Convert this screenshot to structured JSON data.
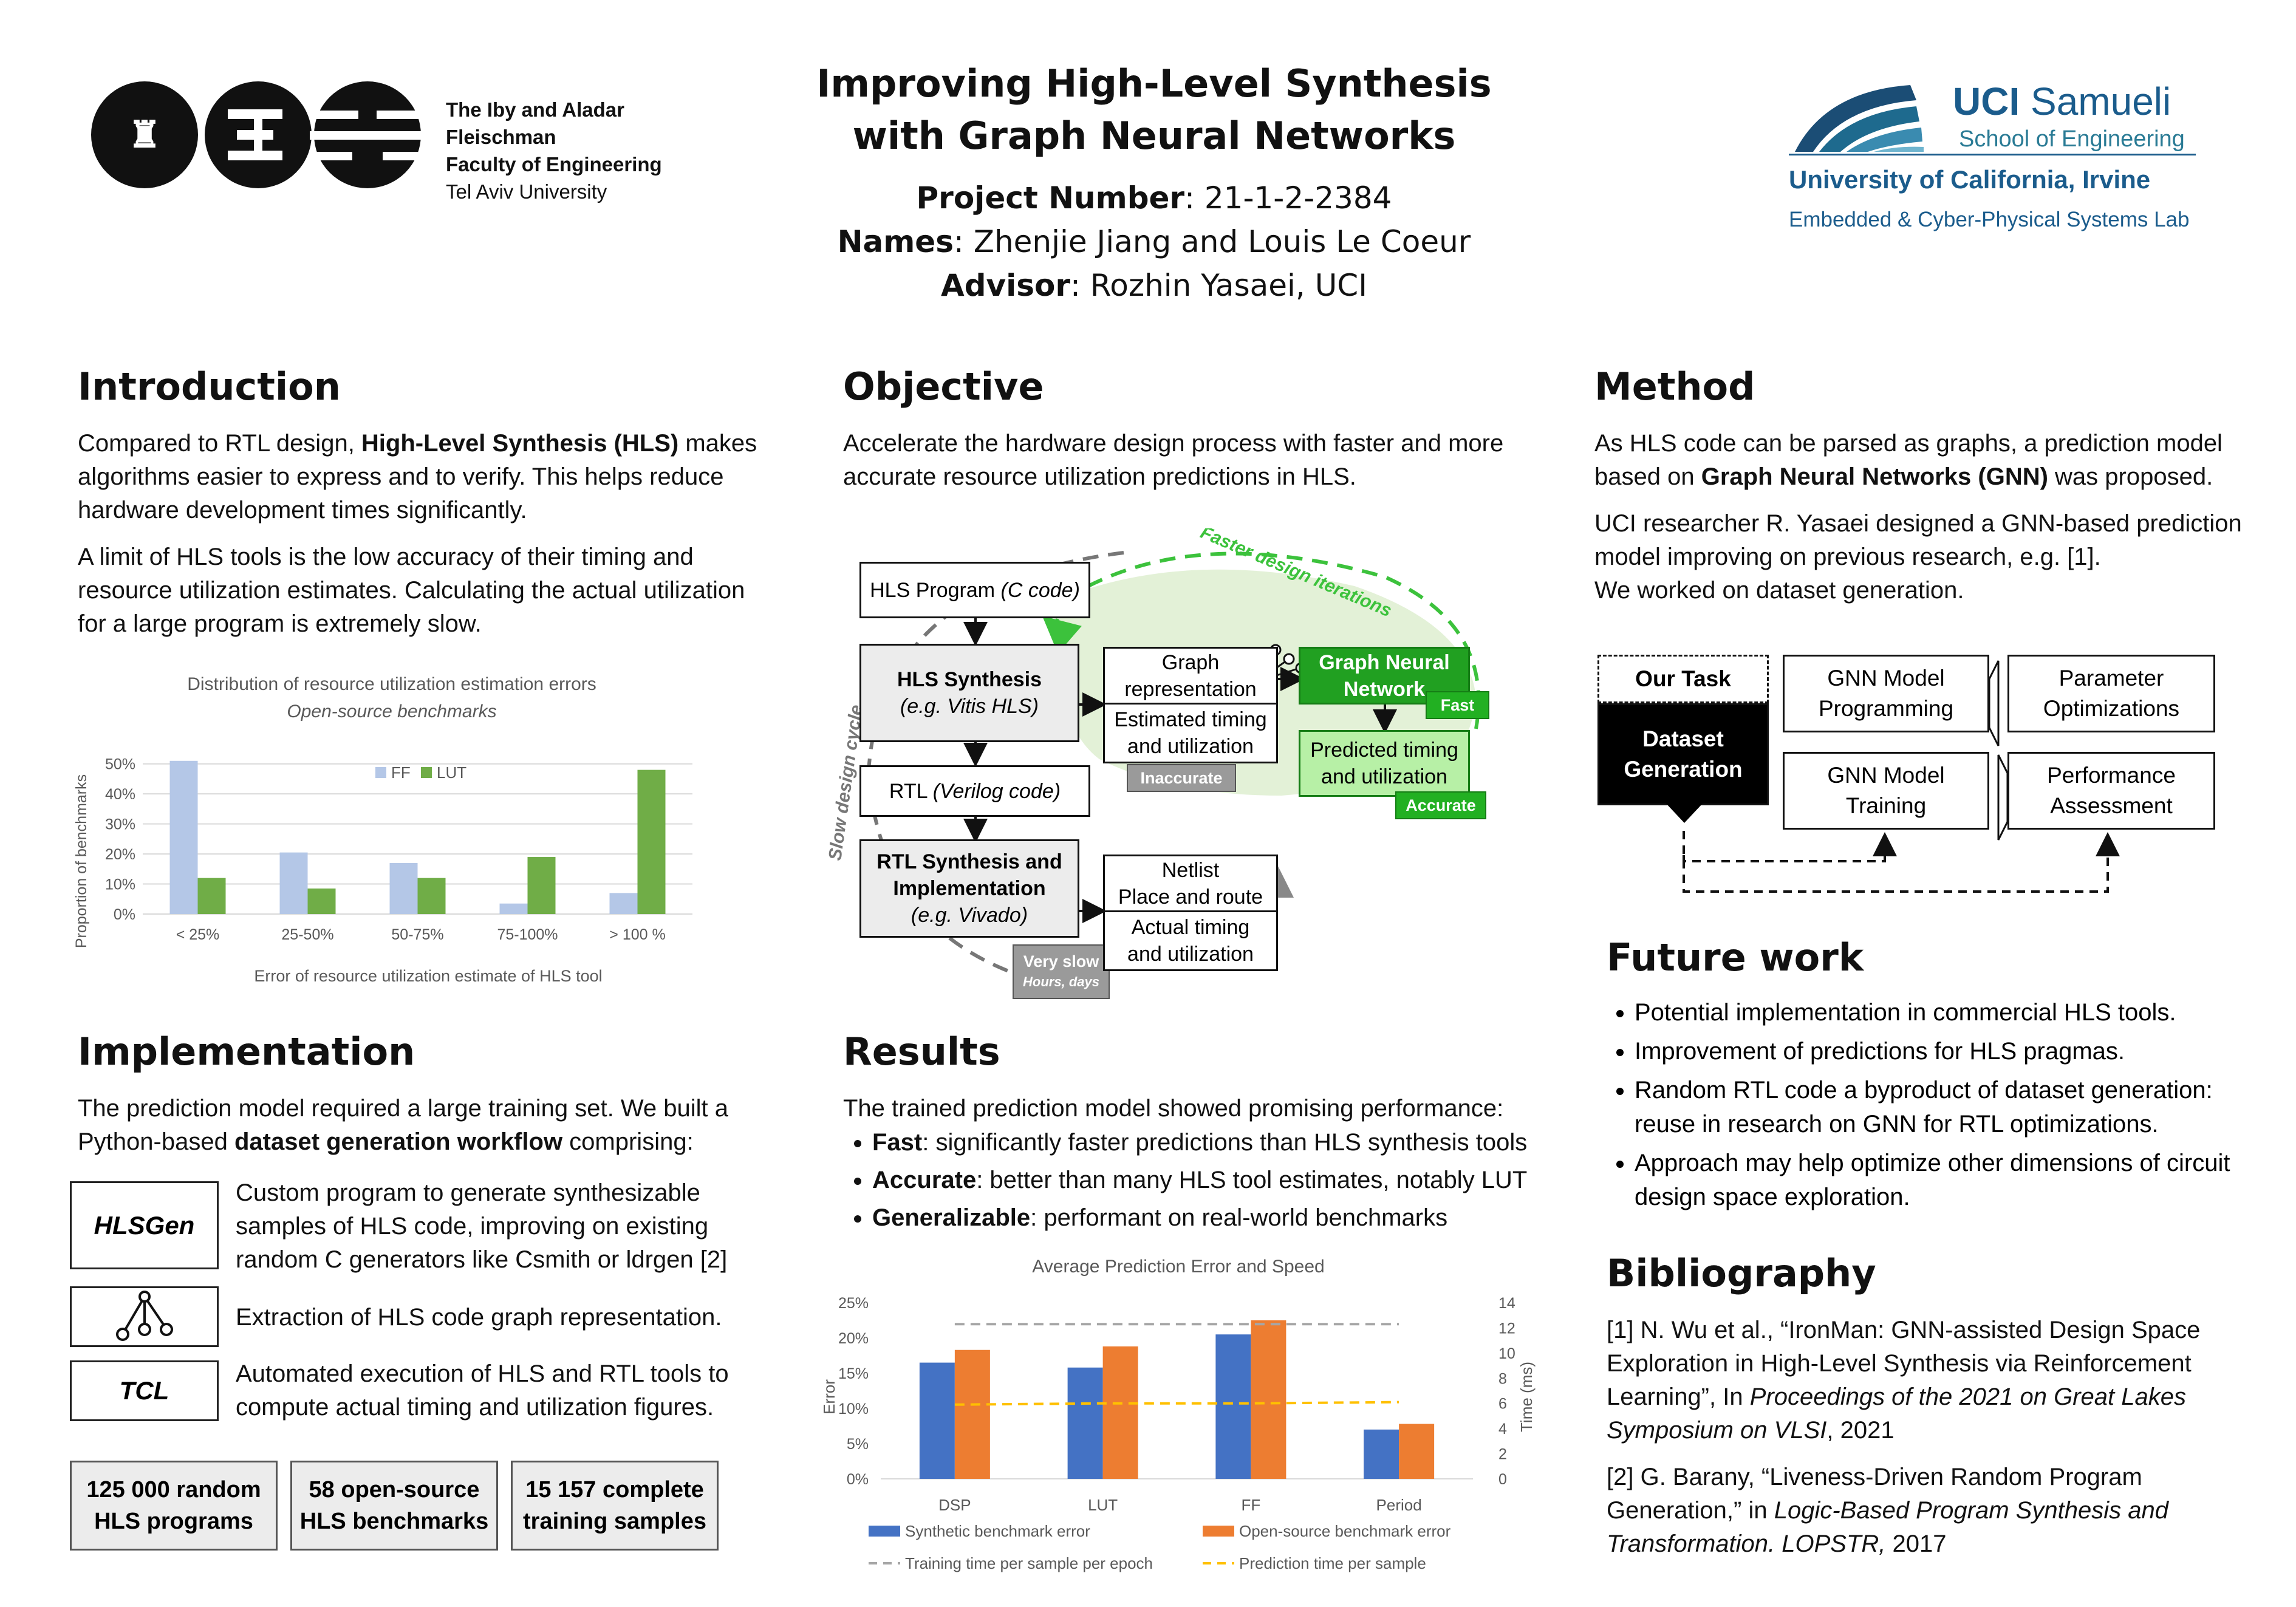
{
  "header": {
    "tau_logo_text": [
      "The Iby and Aladar Fleischman",
      "Faculty of Engineering",
      "Tel Aviv University"
    ],
    "title_line1": "Improving High-Level Synthesis",
    "title_line2": "with Graph Neural Networks",
    "project_label": "Project Number",
    "project_value": ": 21-1-2-2384",
    "names_label": "Names",
    "names_value": ": Zhenjie Jiang and Louis Le Coeur",
    "advisor_label": "Advisor",
    "advisor_value": ": Rozhin Yasaei, UCI",
    "uci_logo": {
      "uci": "UCI",
      "samueli": "Samueli",
      "school": "School of Engineering",
      "university": "University of California, Irvine",
      "lab": "Embedded & Cyber-Physical Systems Lab"
    },
    "colors": {
      "uci_blue": "#1b5c8c",
      "uci_teal": "#2a7b95"
    }
  },
  "introduction": {
    "title": "Introduction",
    "p1_a": "Compared to RTL design, ",
    "p1_b": "High-Level Synthesis (HLS)",
    "p1_c": " makes algorithms easier to express and to verify. This helps reduce hardware development times significantly.",
    "p2": "A limit of HLS tools is the low accuracy of their timing and resource utilization estimates. Calculating the actual utilization for a large program is extremely slow."
  },
  "objective": {
    "title": "Objective",
    "text": "Accelerate the hardware design process with faster and more accurate resource utilization predictions in HLS.",
    "diagram": {
      "hls_program": "HLS Program ",
      "hls_program_it": "(C code)",
      "hls_synthesis": "HLS Synthesis",
      "hls_synthesis_it": "(e.g. Vitis HLS)",
      "rtl": "RTL ",
      "rtl_it": "(Verilog code)",
      "rtl_synth1": "RTL Synthesis and",
      "rtl_synth2": "Implementation",
      "rtl_synth_it": "(e.g. Vivado)",
      "graph_rep1": "Graph",
      "graph_rep2": "representation",
      "est1": "Estimated timing",
      "est2": "and utilization",
      "inaccurate": "Inaccurate",
      "gnn1": "Graph Neural",
      "gnn2": "Network",
      "fast": "Fast",
      "pred1": "Predicted timing",
      "pred2": "and utilization",
      "accurate": "Accurate",
      "netlist1": "Netlist",
      "netlist2": "Place and route",
      "actual1": "Actual timing",
      "actual2": "and utilization",
      "very_slow": "Very slow",
      "hours_days": "Hours, days",
      "slow_cycle": "Slow design cycle",
      "fast_iter": "Faster design iterations"
    }
  },
  "method": {
    "title": "Method",
    "p1_a": "As HLS code can be parsed as graphs, a prediction model based on ",
    "p1_b": "Graph Neural Networks (GNN)",
    "p1_c": " was proposed.",
    "p2": "UCI researcher R. Yasaei designed a GNN-based prediction model improving on previous research, e.g. [1].",
    "p3": "We worked on dataset generation.",
    "diagram": {
      "our_task": "Our Task",
      "dataset_gen1": "Dataset",
      "dataset_gen2": "Generation",
      "gnn_prog1": "GNN Model",
      "gnn_prog2": "Programming",
      "param1": "Parameter",
      "param2": "Optimizations",
      "gnn_train1": "GNN Model",
      "gnn_train2": "Training",
      "perf1": "Performance",
      "perf2": "Assessment"
    }
  },
  "future_work": {
    "title": "Future work",
    "items": [
      "Potential implementation in commercial HLS tools.",
      "Improvement of predictions for HLS pragmas.",
      "Random RTL code a byproduct of dataset generation: reuse in research on GNN for RTL optimizations.",
      "Approach may help optimize other dimensions of circuit design space exploration."
    ]
  },
  "bibliography": {
    "title": "Bibliography",
    "ref1_a": "[1] N. Wu et al., “IronMan: GNN-assisted Design Space Exploration in High-Level Synthesis via Reinforcement Learning”, In ",
    "ref1_b": "Proceedings of the 2021 on Great Lakes Symposium on VLSI",
    "ref1_c": ", 2021",
    "ref2_a": "[2] G. Barany, “Liveness-Driven Random Program Generation,” in ",
    "ref2_b": "Logic-Based Program Synthesis and Transformation. LOPSTR,",
    "ref2_c": " 2017"
  },
  "implementation": {
    "title": "Implementation",
    "intro_a": "The prediction model required a large training set. We built a Python-based ",
    "intro_b": "dataset generation workflow",
    "intro_c": " comprising:",
    "hlsgen_label": "HLSGen",
    "hlsgen_text": "Custom program to generate synthesizable samples of HLS code, improving on existing random C generators like Csmith or ldrgen [2]",
    "graph_text": "Extraction of HLS code graph representation.",
    "tcl_label": "TCL",
    "tcl_text": "Automated execution of HLS and RTL tools to compute actual timing and utilization figures.",
    "stats": [
      {
        "line1": "125 000 random",
        "line2": "HLS programs"
      },
      {
        "line1": "58 open-source",
        "line2": "HLS benchmarks"
      },
      {
        "line1": "15 157 complete",
        "line2": "training samples"
      }
    ]
  },
  "results": {
    "title": "Results",
    "intro": "The trained prediction model showed promising performance:",
    "bullets": [
      {
        "bold": "Fast",
        "rest": ": significantly faster predictions than HLS synthesis tools"
      },
      {
        "bold": "Accurate",
        "rest": ": better than many HLS tool estimates, notably LUT"
      },
      {
        "bold": "Generalizable",
        "rest": ": performant on real-world benchmarks"
      }
    ]
  },
  "chart_data": [
    {
      "type": "bar",
      "title": "Distribution of resource utilization estimation errors",
      "subtitle": "Open-source benchmarks",
      "xlabel": "Error of resource utilization estimate of HLS tool",
      "ylabel": "Proportion of benchmarks",
      "categories": [
        "< 25%",
        "25-50%",
        "50-75%",
        "75-100%",
        "> 100 %"
      ],
      "series": [
        {
          "name": "FF",
          "values": [
            51,
            20.5,
            17,
            3.5,
            7
          ],
          "color": "#b4c7e7"
        },
        {
          "name": "LUT",
          "values": [
            12,
            8.5,
            12,
            19,
            48
          ],
          "color": "#70ad47"
        }
      ],
      "yticks": [
        "0%",
        "10%",
        "20%",
        "30%",
        "40%",
        "50%"
      ],
      "ylim": [
        0,
        55
      ],
      "legend": "top-right",
      "grid": true
    },
    {
      "type": "bar",
      "title": "Average Prediction Error and Speed",
      "xlabel": "",
      "ylabel": "Error",
      "y2label": "Time (ms)",
      "categories": [
        "DSP",
        "LUT",
        "FF",
        "Period"
      ],
      "series": [
        {
          "name": "Synthetic benchmark error",
          "values": [
            16.5,
            15.8,
            20.5,
            7
          ],
          "color": "#4472c4"
        },
        {
          "name": "Open-source benchmark error",
          "values": [
            18.3,
            18.8,
            22.5,
            7.8
          ],
          "color": "#ed7d31"
        }
      ],
      "lines": [
        {
          "name": "Training time per sample per epoch",
          "values": [
            12.3,
            12.3,
            12.3,
            12.3
          ],
          "axis": "right",
          "style": "dashed",
          "color": "#a6a6a6"
        },
        {
          "name": "Prediction time per sample",
          "values": [
            5.9,
            6.0,
            6.0,
            6.1
          ],
          "axis": "right",
          "style": "dashed",
          "color": "#ffc000"
        }
      ],
      "yticks": [
        "0%",
        "5%",
        "10%",
        "15%",
        "20%",
        "25%"
      ],
      "y2ticks": [
        "0",
        "2",
        "4",
        "6",
        "8",
        "10",
        "12",
        "14"
      ],
      "ylim": [
        0,
        25
      ],
      "y2lim": [
        0,
        14
      ],
      "legend": "bottom",
      "grid": false
    }
  ]
}
